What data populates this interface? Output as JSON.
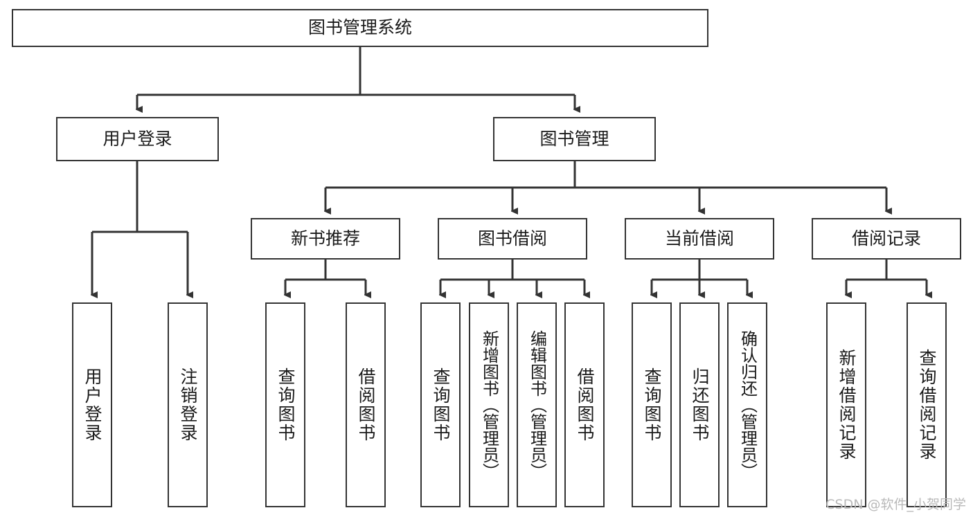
{
  "diagram": {
    "title": "图书管理系统",
    "type": "tree-hierarchy-chart",
    "orientation": "top-down",
    "colors": {
      "box_border": "#333333",
      "box_fill": "#ffffff",
      "edge": "#333333",
      "text": "#1a1a1a",
      "watermark": "#b9b9b9",
      "background": "#ffffff"
    }
  },
  "nodes": {
    "root": {
      "label": "图书管理系统"
    },
    "level2": [
      {
        "label": "用户登录"
      },
      {
        "label": "图书管理"
      }
    ],
    "level3": [
      {
        "label": "新书推荐"
      },
      {
        "label": "图书借阅"
      },
      {
        "label": "当前借阅"
      },
      {
        "label": "借阅记录"
      }
    ],
    "leaves": {
      "user_login": [
        {
          "label": "用户登录"
        },
        {
          "label": "注销登录"
        }
      ],
      "new_book_recommend": [
        {
          "label": "查询图书"
        },
        {
          "label": "借阅图书"
        }
      ],
      "book_borrow": [
        {
          "label": "查询图书"
        },
        {
          "label": "新增图书（管理员）"
        },
        {
          "label": "编辑图书（管理员）"
        },
        {
          "label": "借阅图书"
        }
      ],
      "current_borrow": [
        {
          "label": "查询图书"
        },
        {
          "label": "归还图书"
        },
        {
          "label": "确认归还（管理员）"
        }
      ],
      "borrow_record": [
        {
          "label": "新增借阅记录"
        },
        {
          "label": "查询借阅记录"
        }
      ]
    }
  },
  "watermark": {
    "text": "CSDN @软件_小贺同学"
  }
}
